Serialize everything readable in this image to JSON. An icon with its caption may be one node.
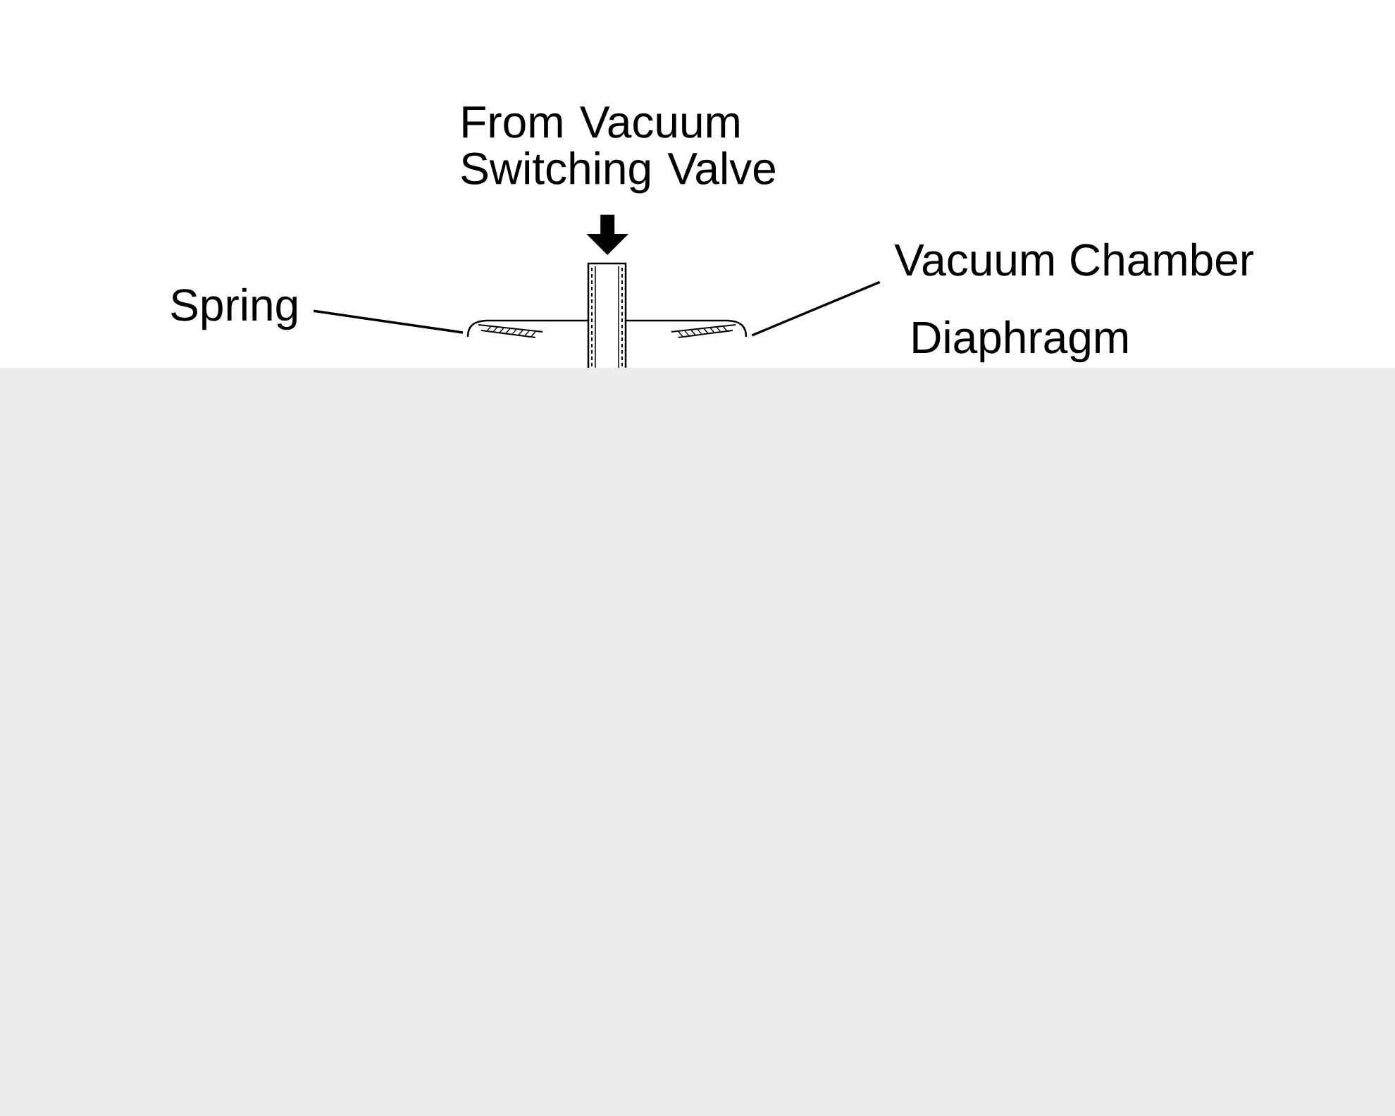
{
  "diagram": {
    "nodes": [
      {
        "text": [
          "From Vacuum Switching Valve"
        ]
      },
      {
        "text": [
          "Spring"
        ]
      },
      {
        "text": [
          "Vacuum Chamber"
        ]
      },
      {
        "text": [],
        "shape": "picture"
      }
    ],
    "edges": [
      {
        "from": 0,
        "to": 3,
        "arrow": "to",
        "style": "thick"
      },
      {
        "from": 1,
        "to": 3,
        "arrow": "none"
      },
      {
        "from": 2,
        "to": 3,
        "arrow": "none"
      }
    ],
    "labels": [
      "Diaphragm"
    ]
  }
}
